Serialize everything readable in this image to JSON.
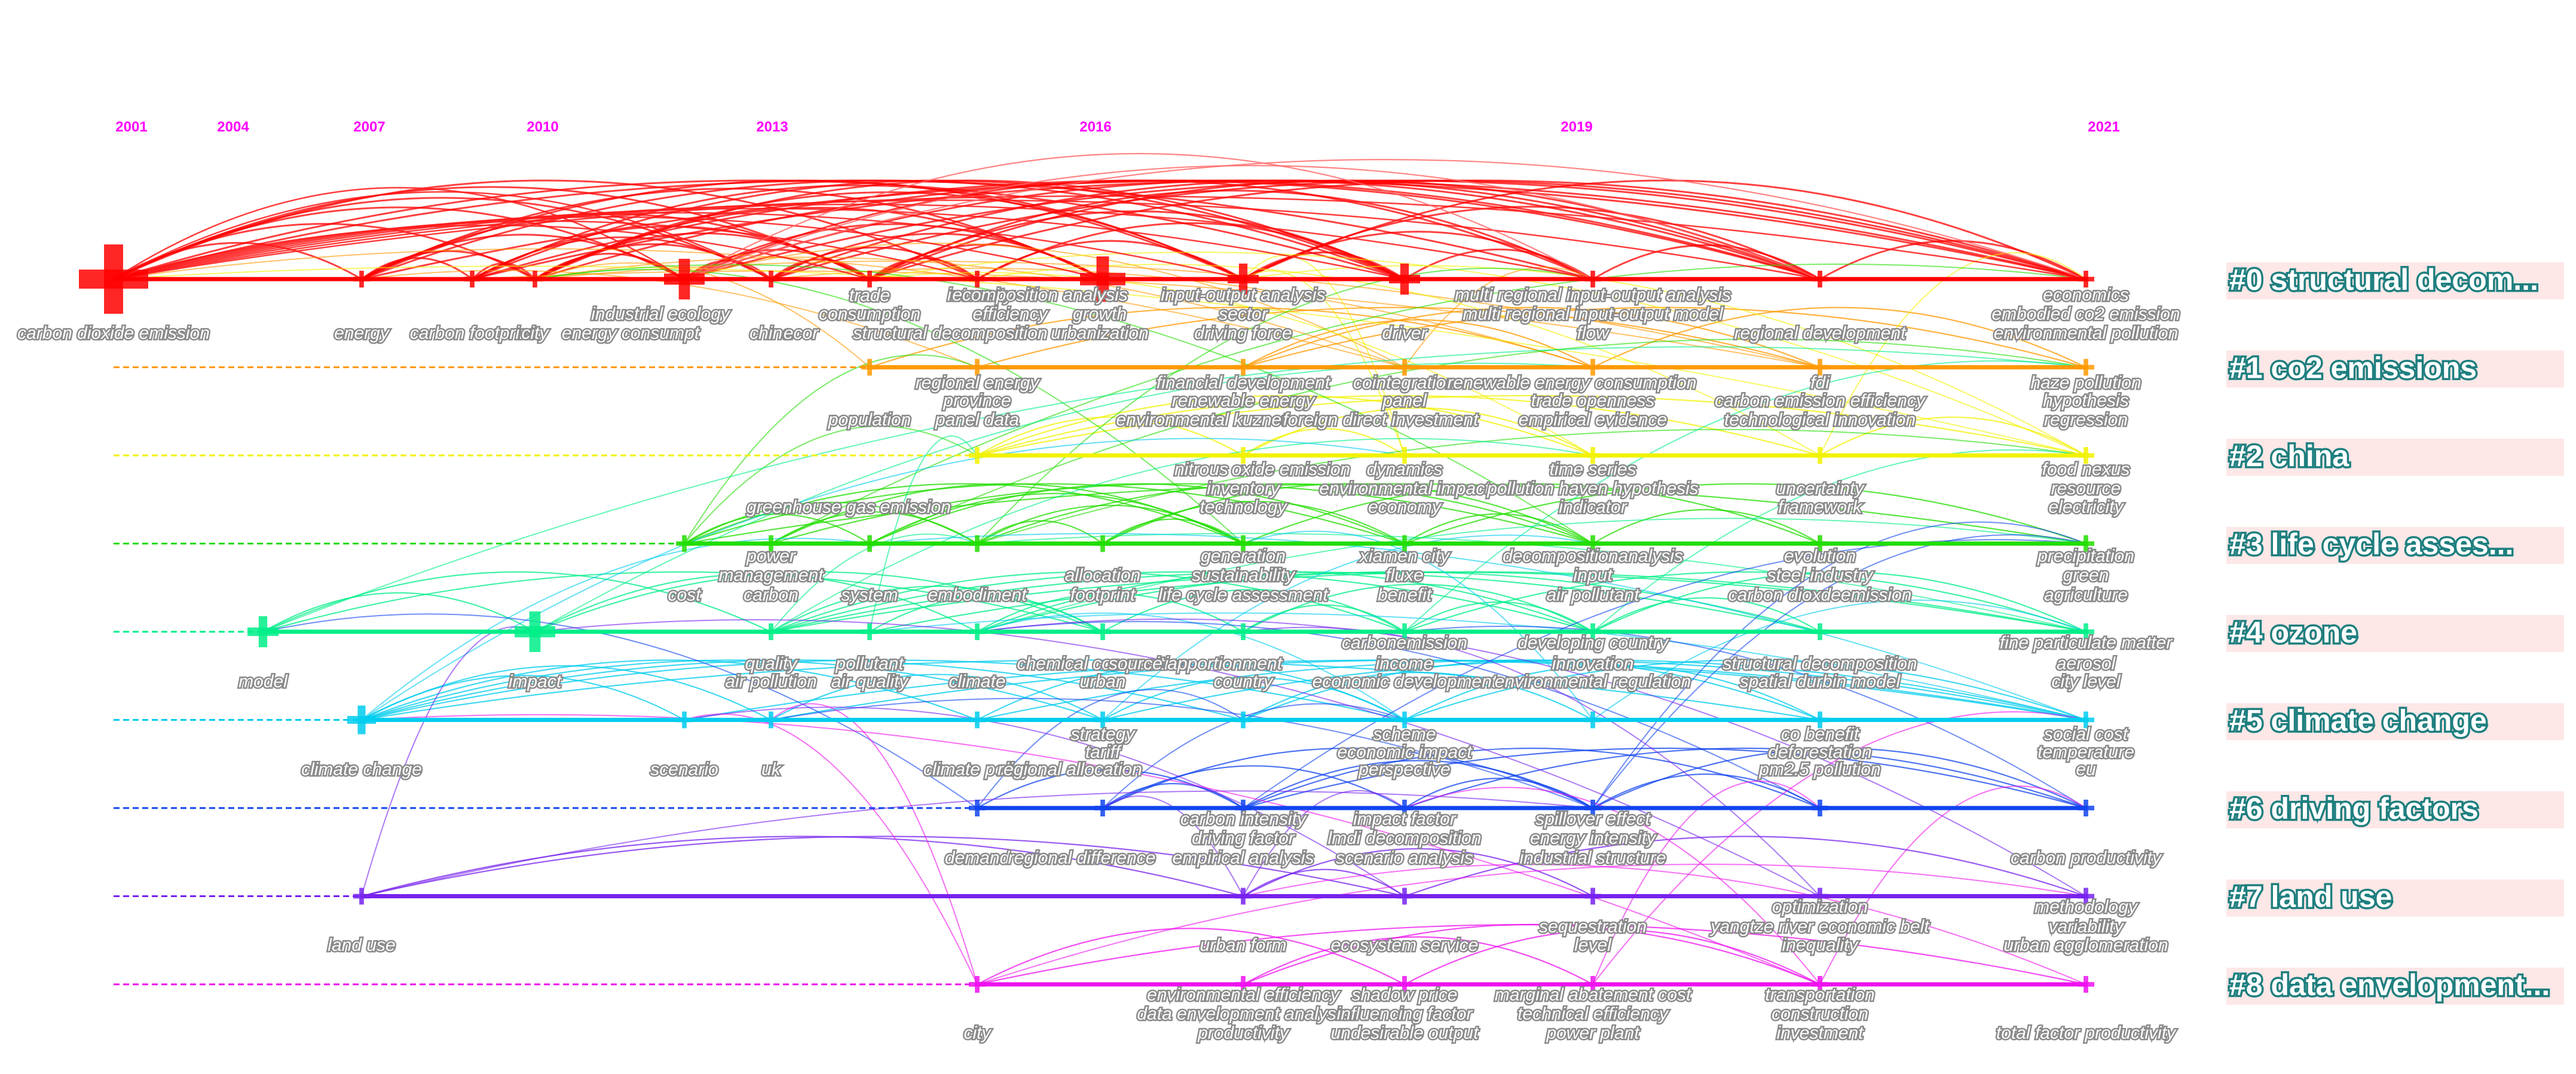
{
  "years": [
    "2001",
    "2004",
    "2007",
    "2010",
    "2013",
    "2016",
    "2019",
    "2021"
  ],
  "clusters": [
    {
      "label": "#0 structural decom...",
      "color": "#ff0000"
    },
    {
      "label": "#1 co2 emissions",
      "color": "#ff9900"
    },
    {
      "label": "#2 china",
      "color": "#f2f200"
    },
    {
      "label": "#3 life cycle asses...",
      "color": "#22dd00"
    },
    {
      "label": "#4 ozone",
      "color": "#00ee88"
    },
    {
      "label": "#5 climate change",
      "color": "#00ccee"
    },
    {
      "label": "#6 driving factors",
      "color": "#1144ee"
    },
    {
      "label": "#7 land use",
      "color": "#7722ee"
    },
    {
      "label": "#8 data envelopment...",
      "color": "#ee11ee"
    }
  ],
  "keywords": [
    {
      "t": "carbon dioxide emission",
      "c": 0
    },
    {
      "t": "energy",
      "c": 0
    },
    {
      "t": "carbon footprint",
      "c": 0
    },
    {
      "t": "city",
      "c": 0
    },
    {
      "t": "industrial ecology",
      "c": 0
    },
    {
      "t": "energy consumpt",
      "c": 0
    },
    {
      "t": "china",
      "c": 0
    },
    {
      "t": "ecor",
      "c": 0
    },
    {
      "t": "trade",
      "c": 0
    },
    {
      "t": "consumption",
      "c": 0
    },
    {
      "t": "structural decomposition",
      "c": 0
    },
    {
      "t": "intensity",
      "c": 0
    },
    {
      "t": "ecomposition analysis",
      "c": 0
    },
    {
      "t": "efficiency",
      "c": 0
    },
    {
      "t": "growth",
      "c": 0
    },
    {
      "t": "urbanization",
      "c": 0
    },
    {
      "t": "input-output analysis",
      "c": 0
    },
    {
      "t": "sector",
      "c": 0
    },
    {
      "t": "driving force",
      "c": 0
    },
    {
      "t": "driver",
      "c": 0
    },
    {
      "t": "multi regional input-output analysis",
      "c": 0
    },
    {
      "t": "multi regional input-output model",
      "c": 0
    },
    {
      "t": "flow",
      "c": 0
    },
    {
      "t": "regional development",
      "c": 0
    },
    {
      "t": "economics",
      "c": 0
    },
    {
      "t": "embodied co2 emission",
      "c": 0
    },
    {
      "t": "environmental pollution",
      "c": 0
    },
    {
      "t": "regional energy",
      "c": 1
    },
    {
      "t": "province",
      "c": 1
    },
    {
      "t": "population",
      "c": 1
    },
    {
      "t": "panel data",
      "c": 1
    },
    {
      "t": "financial development",
      "c": 1
    },
    {
      "t": "renewable energy",
      "c": 1
    },
    {
      "t": "environmental kuznet",
      "c": 1
    },
    {
      "t": "foreign direct investment",
      "c": 1
    },
    {
      "t": "cointegration",
      "c": 1
    },
    {
      "t": "panel",
      "c": 1
    },
    {
      "t": "renewable energy consumption",
      "c": 1
    },
    {
      "t": "trade openness",
      "c": 1
    },
    {
      "t": "empirical evidence",
      "c": 1
    },
    {
      "t": "fdi",
      "c": 1
    },
    {
      "t": "carbon emission efficiency",
      "c": 1
    },
    {
      "t": "technological innovation",
      "c": 1
    },
    {
      "t": "haze pollution",
      "c": 1
    },
    {
      "t": "hypothesis",
      "c": 1
    },
    {
      "t": "regression",
      "c": 1
    },
    {
      "t": "nitrous",
      "c": 2
    },
    {
      "t": "oxide emission",
      "c": 2
    },
    {
      "t": "inventory",
      "c": 2
    },
    {
      "t": "technology",
      "c": 2
    },
    {
      "t": "dynamics",
      "c": 2
    },
    {
      "t": "environmental impact",
      "c": 2
    },
    {
      "t": "economy",
      "c": 2
    },
    {
      "t": "time series",
      "c": 2
    },
    {
      "t": "pollution haven hypothesis",
      "c": 2
    },
    {
      "t": "indicator",
      "c": 2
    },
    {
      "t": "uncertainty",
      "c": 2
    },
    {
      "t": "framework",
      "c": 2
    },
    {
      "t": "food nexus",
      "c": 2
    },
    {
      "t": "resource",
      "c": 2
    },
    {
      "t": "electricity",
      "c": 2
    },
    {
      "t": "greenhouse gas emission",
      "c": 3
    },
    {
      "t": "power",
      "c": 3
    },
    {
      "t": "management",
      "c": 3
    },
    {
      "t": "cost",
      "c": 3
    },
    {
      "t": "carbon",
      "c": 3
    },
    {
      "t": "system",
      "c": 3
    },
    {
      "t": "embodiment",
      "c": 3
    },
    {
      "t": "allocation",
      "c": 3
    },
    {
      "t": "footprint",
      "c": 3
    },
    {
      "t": "generation",
      "c": 3
    },
    {
      "t": "sustainability",
      "c": 3
    },
    {
      "t": "life cycle assessment",
      "c": 3
    },
    {
      "t": "xiamen city",
      "c": 3
    },
    {
      "t": "fluxe",
      "c": 3
    },
    {
      "t": "benefit",
      "c": 3
    },
    {
      "t": "decompositionanalysis",
      "c": 3
    },
    {
      "t": "input",
      "c": 3
    },
    {
      "t": "air pollutant",
      "c": 3
    },
    {
      "t": "evolution",
      "c": 3
    },
    {
      "t": "steel industry",
      "c": 3
    },
    {
      "t": "carbon dioxdeemission",
      "c": 3
    },
    {
      "t": "precipitation",
      "c": 3
    },
    {
      "t": "green",
      "c": 3
    },
    {
      "t": "agriculture",
      "c": 3
    },
    {
      "t": "model",
      "c": 4
    },
    {
      "t": "impact",
      "c": 4
    },
    {
      "t": "quality",
      "c": 4
    },
    {
      "t": "air pollution",
      "c": 4
    },
    {
      "t": "pollutant",
      "c": 4
    },
    {
      "t": "air quality",
      "c": 4
    },
    {
      "t": "climate",
      "c": 4
    },
    {
      "t": "chemical composition",
      "c": 4
    },
    {
      "t": "urban",
      "c": 4
    },
    {
      "t": "source apportionment",
      "c": 4
    },
    {
      "t": "country",
      "c": 4
    },
    {
      "t": "carbonemission",
      "c": 4
    },
    {
      "t": "income",
      "c": 4
    },
    {
      "t": "economic development",
      "c": 4
    },
    {
      "t": "developing country",
      "c": 4
    },
    {
      "t": "innovation",
      "c": 4
    },
    {
      "t": "environmental regulation",
      "c": 4
    },
    {
      "t": "structural decomposition",
      "c": 4
    },
    {
      "t": "spatial durbin model",
      "c": 4
    },
    {
      "t": "fine particulate matter",
      "c": 4
    },
    {
      "t": "aerosol",
      "c": 4
    },
    {
      "t": "city level",
      "c": 4
    },
    {
      "t": "climate change",
      "c": 5
    },
    {
      "t": "scenario",
      "c": 5
    },
    {
      "t": "uk",
      "c": 5
    },
    {
      "t": "strategy",
      "c": 5
    },
    {
      "t": "tariff",
      "c": 5
    },
    {
      "t": "climate policy",
      "c": 5
    },
    {
      "t": "regional allocation",
      "c": 5
    },
    {
      "t": "scheme",
      "c": 5
    },
    {
      "t": "economic impact",
      "c": 5
    },
    {
      "t": "perspective",
      "c": 5
    },
    {
      "t": "co benefit",
      "c": 5
    },
    {
      "t": "deforestation",
      "c": 5
    },
    {
      "t": "pm2.5 pollution",
      "c": 5
    },
    {
      "t": "social cost",
      "c": 5
    },
    {
      "t": "temperature",
      "c": 5
    },
    {
      "t": "eu",
      "c": 5
    },
    {
      "t": "demand",
      "c": 6
    },
    {
      "t": "regional difference",
      "c": 6
    },
    {
      "t": "carbon intensity",
      "c": 6
    },
    {
      "t": "driving factor",
      "c": 6
    },
    {
      "t": "empirical analysis",
      "c": 6
    },
    {
      "t": "impact factor",
      "c": 6
    },
    {
      "t": "lmdi decomposition",
      "c": 6
    },
    {
      "t": "scenario analysis",
      "c": 6
    },
    {
      "t": "spillover effect",
      "c": 6
    },
    {
      "t": "energy intensity",
      "c": 6
    },
    {
      "t": "industrial structure",
      "c": 6
    },
    {
      "t": "carbon productivity",
      "c": 6
    },
    {
      "t": "land use",
      "c": 7
    },
    {
      "t": "urban form",
      "c": 7
    },
    {
      "t": "ecosystem service",
      "c": 7
    },
    {
      "t": "sequestration",
      "c": 7
    },
    {
      "t": "level",
      "c": 7
    },
    {
      "t": "optimization",
      "c": 7
    },
    {
      "t": "yangtze river economic belt",
      "c": 7
    },
    {
      "t": "inequality",
      "c": 7
    },
    {
      "t": "methodology",
      "c": 7
    },
    {
      "t": "variability",
      "c": 7
    },
    {
      "t": "urban agglomeration",
      "c": 7
    },
    {
      "t": "city",
      "c": 8
    },
    {
      "t": "environmental efficiency",
      "c": 8
    },
    {
      "t": "data envelopment analysis",
      "c": 8
    },
    {
      "t": "productivity",
      "c": 8
    },
    {
      "t": "shadow price",
      "c": 8
    },
    {
      "t": "influencing factor",
      "c": 8
    },
    {
      "t": "undesirable output",
      "c": 8
    },
    {
      "t": "marginal abatement cost",
      "c": 8
    },
    {
      "t": "technical efficiency",
      "c": 8
    },
    {
      "t": "power plant",
      "c": 8
    },
    {
      "t": "transportation",
      "c": 8
    },
    {
      "t": "construction",
      "c": 8
    },
    {
      "t": "investment",
      "c": 8
    },
    {
      "t": "total factor productivity",
      "c": 8
    }
  ]
}
